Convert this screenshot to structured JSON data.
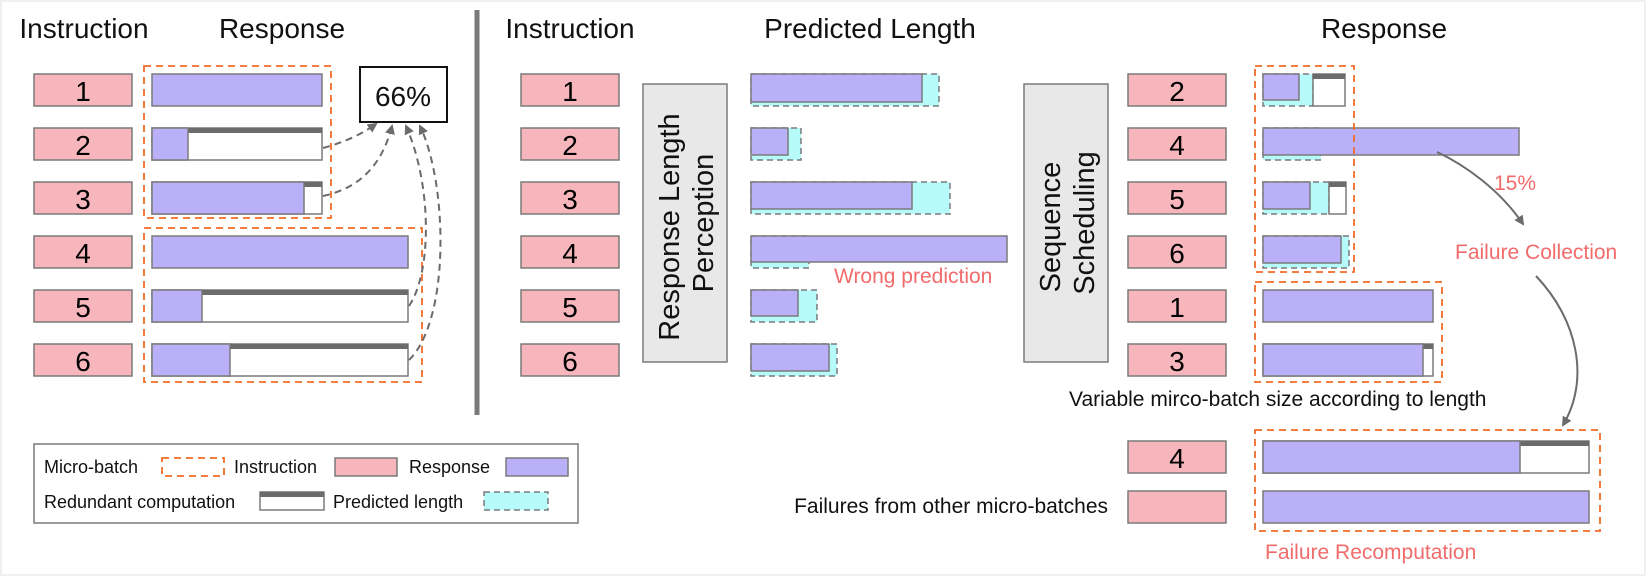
{
  "colors": {
    "instruction_fill": "#f7b6bb",
    "response_fill": "#b9b0f7",
    "predicted_fill": "#b6fafa",
    "redundant_fill": "#ffffff",
    "redundant_cap": "#6b6b6b",
    "microbatch_stroke": "#f26b2a",
    "box_stroke": "#7a7a7a",
    "highlight_text": "#f26b6b",
    "process_fill": "#e8e8e8"
  },
  "left_panel": {
    "instruction_header": "Instruction",
    "response_header": "Response",
    "percent_label": "66%",
    "rows": [
      {
        "id": "1"
      },
      {
        "id": "2"
      },
      {
        "id": "3"
      },
      {
        "id": "4"
      },
      {
        "id": "5"
      },
      {
        "id": "6"
      }
    ]
  },
  "middle_panel": {
    "instruction_header": "Instruction",
    "predicted_header": "Predicted Length",
    "perception_label_line1": "Response Length",
    "perception_label_line2": "Perception",
    "wrong_prediction_label": "Wrong prediction",
    "rows": [
      {
        "id": "1"
      },
      {
        "id": "2"
      },
      {
        "id": "3"
      },
      {
        "id": "4"
      },
      {
        "id": "5"
      },
      {
        "id": "6"
      }
    ]
  },
  "right_panel": {
    "response_header": "Response",
    "scheduling_label_line1": "Sequence",
    "scheduling_label_line2": "Scheduling",
    "rows": [
      {
        "id": "2"
      },
      {
        "id": "4"
      },
      {
        "id": "5"
      },
      {
        "id": "6"
      },
      {
        "id": "1"
      },
      {
        "id": "3"
      }
    ],
    "failure_percent": "15%",
    "failure_collection_label": "Failure Collection",
    "variable_batch_label": "Variable mirco-batch size according to length",
    "recompute_rows": [
      {
        "id": "4"
      },
      {
        "id": ""
      }
    ],
    "other_failures_label": "Failures from other micro-batches",
    "failure_recompute_label": "Failure Recomputation"
  },
  "legend": {
    "microbatch": "Micro-batch",
    "instruction": "Instruction",
    "response": "Response",
    "redundant": "Redundant computation",
    "predicted": "Predicted length"
  }
}
